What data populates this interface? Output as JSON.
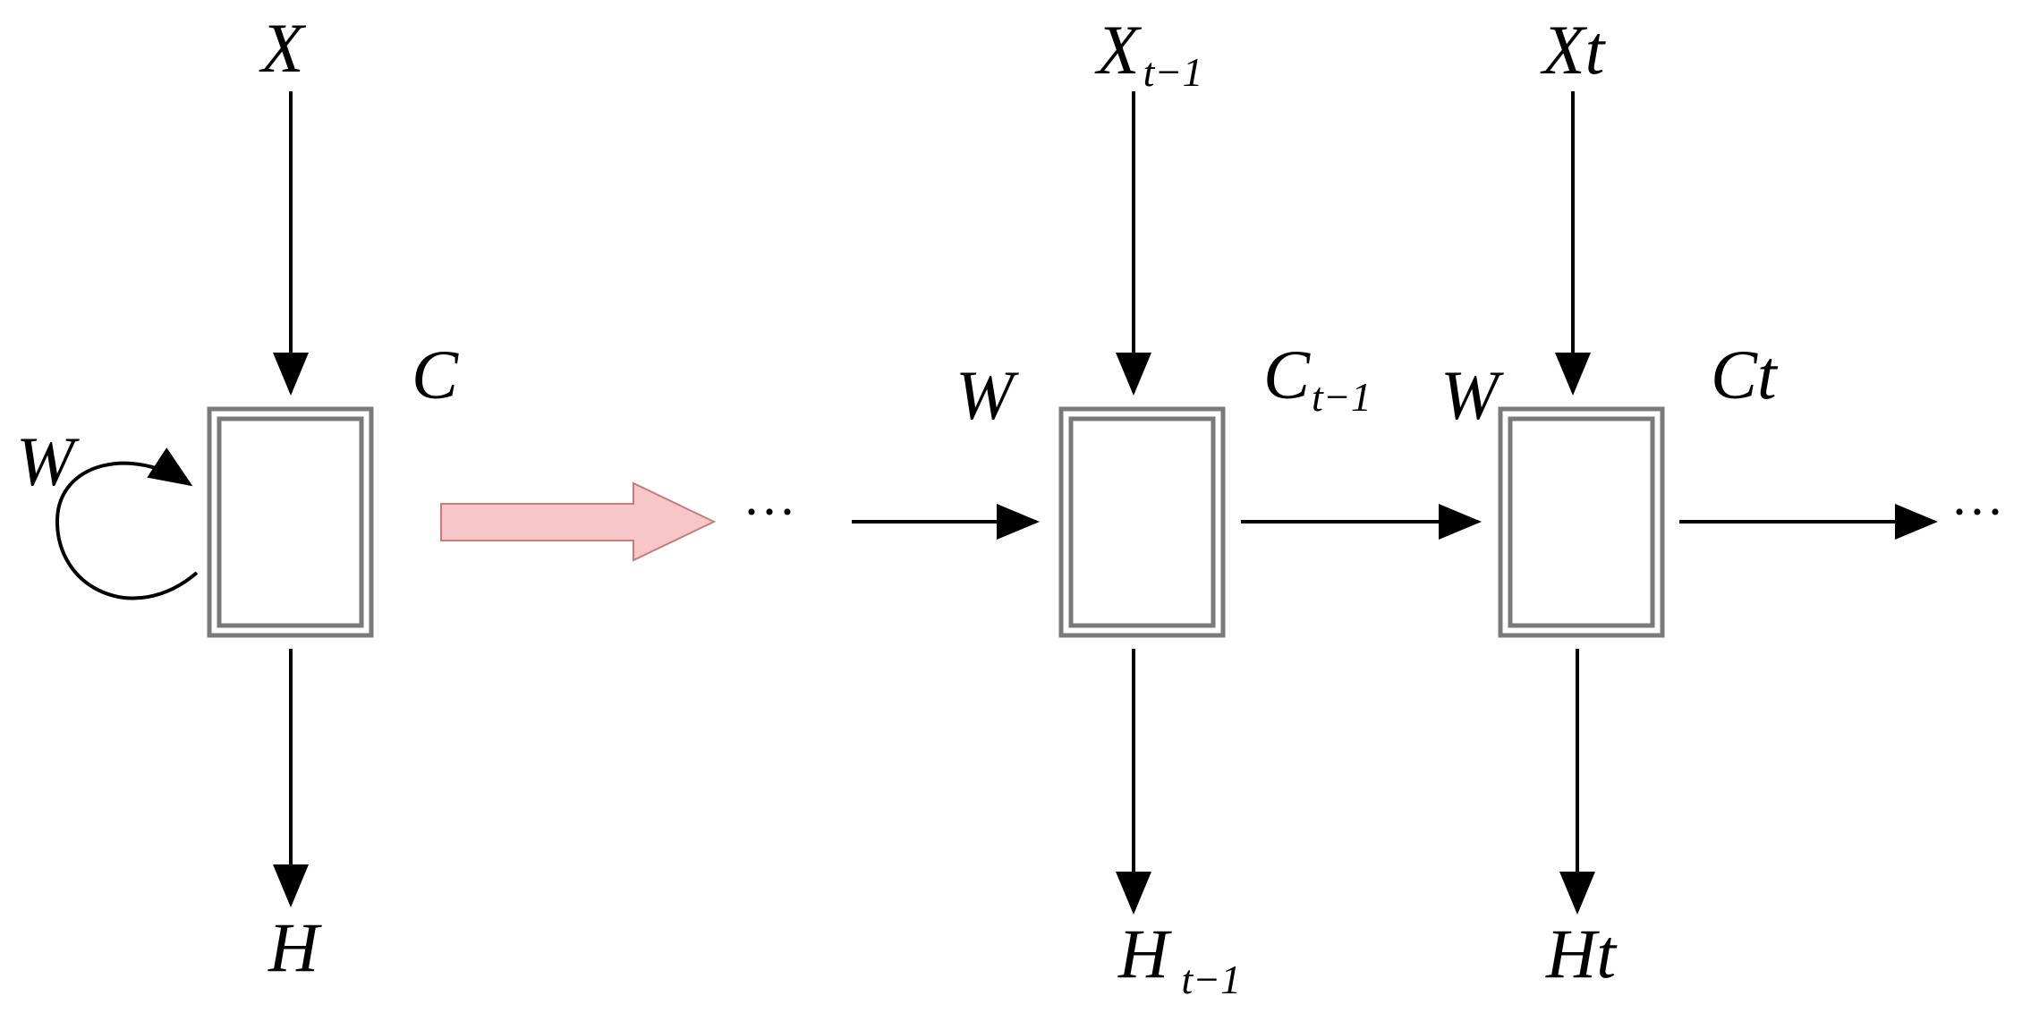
{
  "folded": {
    "input": "X",
    "output": "H",
    "state": "C",
    "weight": "W"
  },
  "unfolded": {
    "leading_dots": "···",
    "trailing_dots": "···",
    "steps": [
      {
        "input_main": "X",
        "input_sub": "t−1",
        "output_main": "H",
        "output_sub": "t−1",
        "state_main": "C",
        "state_sub": "t−1",
        "weight": "W"
      },
      {
        "input_main": "Xt",
        "output_main": "Ht",
        "state_main": "Ct",
        "weight": "W"
      }
    ]
  },
  "colors": {
    "cell_border": "#7a7a7a",
    "unfold_arrow_fill": "#f6c7c6",
    "unfold_arrow_stroke": "#c87c7a",
    "arrow": "#000000"
  }
}
